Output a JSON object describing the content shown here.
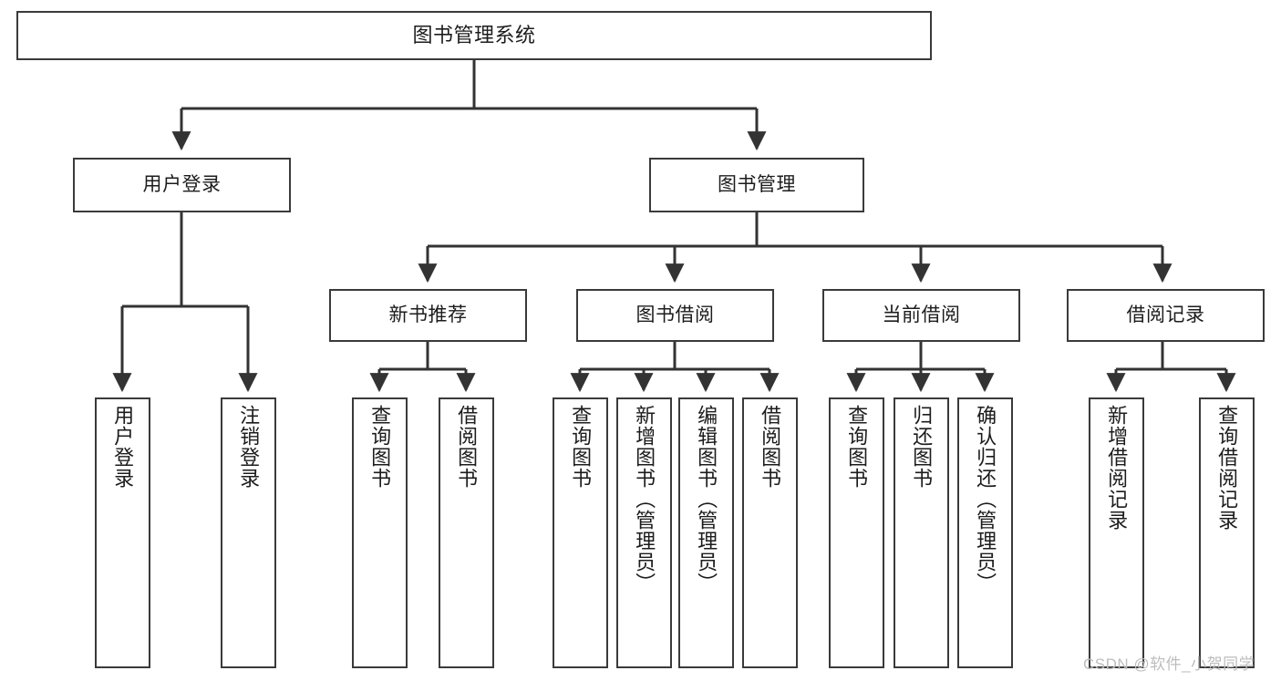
{
  "diagram": {
    "title": "图书管理系统",
    "type": "hierarchy-tree",
    "watermark": "CSDN @软件_小贺同学",
    "colors": {
      "box_border": "#3a3a3a",
      "box_fill": "#ffffff",
      "edge": "#333333",
      "text": "#1c1c1c",
      "watermark": "#bdbdbd",
      "background": "#ffffff"
    },
    "nodes": {
      "root": {
        "label": "图书管理系统"
      },
      "level2": [
        {
          "id": "user-login",
          "label": "用户登录"
        },
        {
          "id": "book-manage",
          "label": "图书管理"
        }
      ],
      "level3": [
        {
          "id": "new-book-rec",
          "label": "新书推荐"
        },
        {
          "id": "book-borrow",
          "label": "图书借阅"
        },
        {
          "id": "current-borrow",
          "label": "当前借阅"
        },
        {
          "id": "borrow-record",
          "label": "借阅记录"
        }
      ],
      "leaves": [
        {
          "id": "leaf-user-login",
          "label": "用户登录",
          "parent": "user-login"
        },
        {
          "id": "leaf-logout",
          "label": "注销登录",
          "parent": "user-login"
        },
        {
          "id": "leaf-query-book-1",
          "label": "查询图书",
          "parent": "new-book-rec"
        },
        {
          "id": "leaf-borrow-book-1",
          "label": "借阅图书",
          "parent": "new-book-rec"
        },
        {
          "id": "leaf-query-book-2",
          "label": "查询图书",
          "parent": "book-borrow"
        },
        {
          "id": "leaf-add-book",
          "label": "新增图书（管理员）",
          "parent": "book-borrow"
        },
        {
          "id": "leaf-edit-book",
          "label": "编辑图书（管理员）",
          "parent": "book-borrow"
        },
        {
          "id": "leaf-borrow-book-2",
          "label": "借阅图书",
          "parent": "book-borrow"
        },
        {
          "id": "leaf-query-book-3",
          "label": "查询图书",
          "parent": "current-borrow"
        },
        {
          "id": "leaf-return-book",
          "label": "归还图书",
          "parent": "current-borrow"
        },
        {
          "id": "leaf-confirm-return",
          "label": "确认归还（管理员）",
          "parent": "current-borrow"
        },
        {
          "id": "leaf-add-record",
          "label": "新增借阅记录",
          "parent": "borrow-record"
        },
        {
          "id": "leaf-query-record",
          "label": "查询借阅记录",
          "parent": "borrow-record"
        }
      ]
    }
  }
}
